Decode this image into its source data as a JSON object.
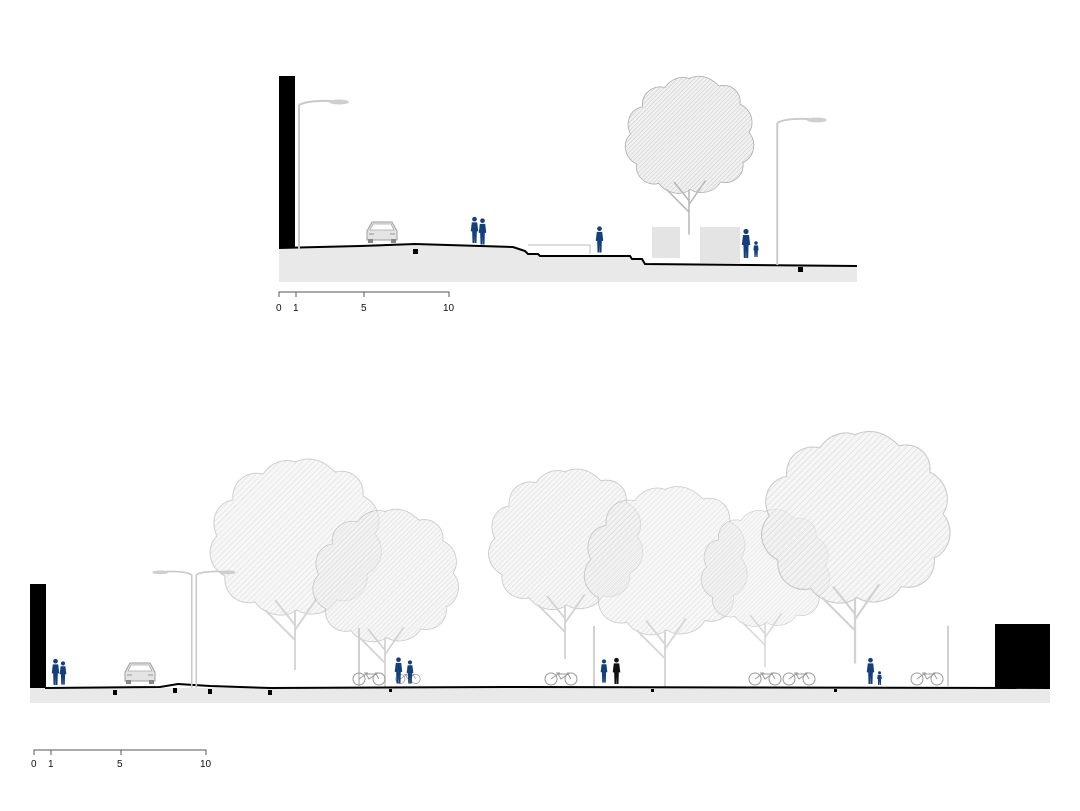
{
  "scale_bar_top": {
    "labels": [
      "0",
      "1",
      "5",
      "10"
    ]
  },
  "scale_bar_bottom": {
    "labels": [
      "0",
      "1",
      "5",
      "10"
    ]
  },
  "colors": {
    "figure": "#153f7a",
    "ground": "#e9e9e9",
    "building": "#000000",
    "tree": "#cfcfcf",
    "vehicle": "#d6d6d6"
  }
}
